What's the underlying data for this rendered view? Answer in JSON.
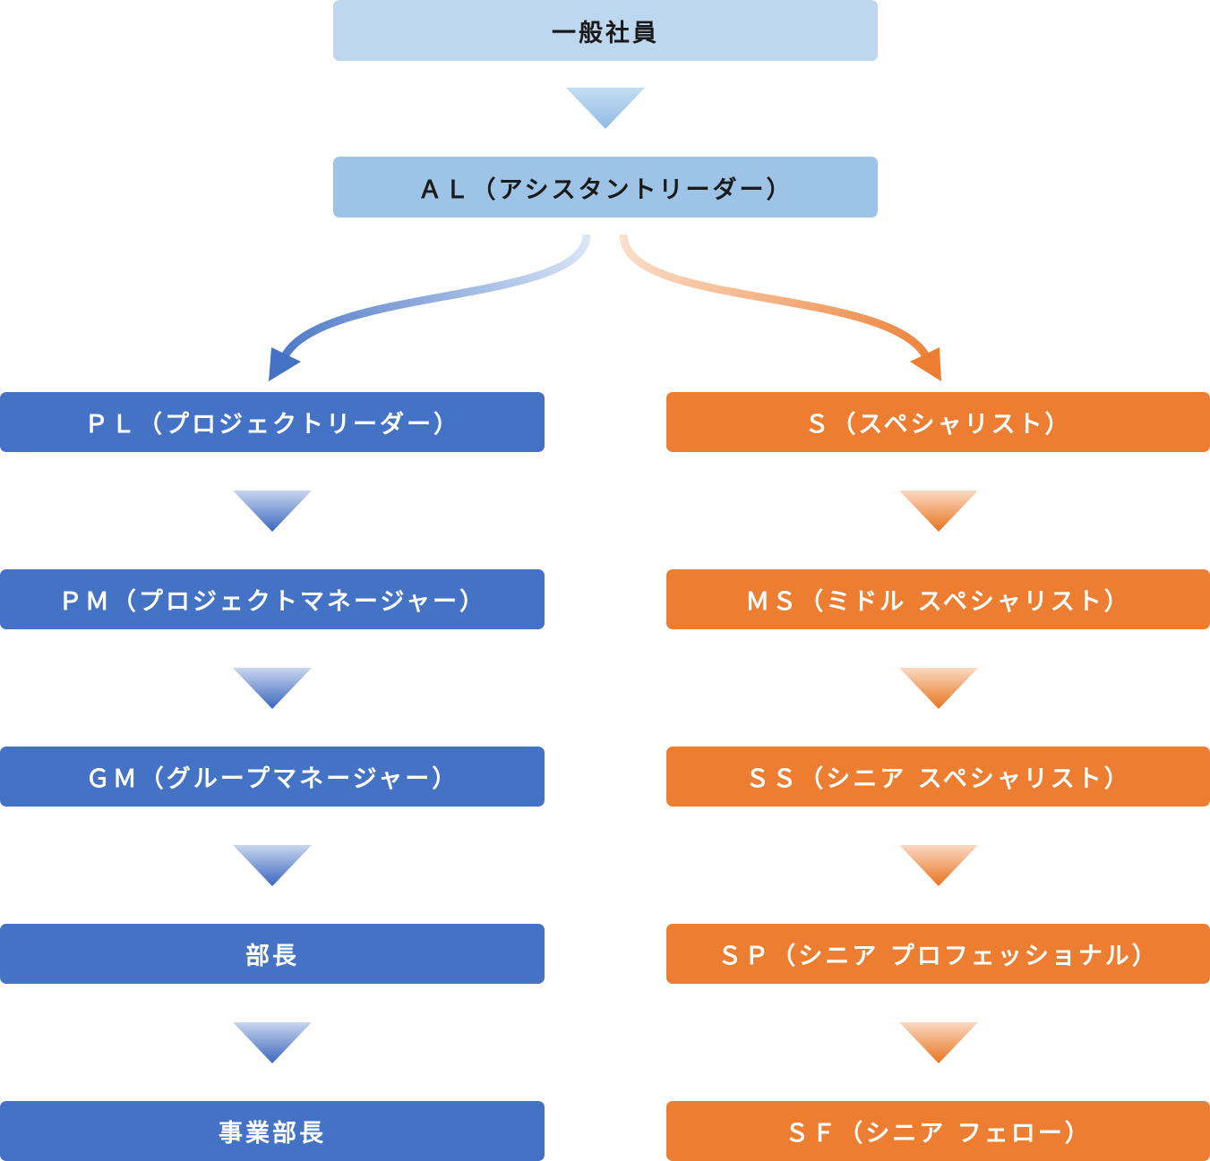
{
  "top_boxes": {
    "general_employee": "一般社員",
    "assistant_leader": "ＡＬ（アシスタントリーダー）"
  },
  "management_track": [
    "ＰＬ（プロジェクトリーダー）",
    "ＰＭ（プロジェクトマネージャー）",
    "ＧＭ（グループマネージャー）",
    "部長",
    "事業部長"
  ],
  "specialist_track": [
    "Ｓ（スペシャリスト）",
    "ＭＳ（ミドル スペシャリスト）",
    "ＳＳ（シニア スペシャリスト）",
    "ＳＰ（シニア プロフェッショナル）",
    "ＳＦ（シニア フェロー）"
  ],
  "colors": {
    "management": "#4472c4",
    "specialist": "#ed7d31",
    "general_box": "#bdd7ee",
    "al_box": "#9dc3e6"
  }
}
